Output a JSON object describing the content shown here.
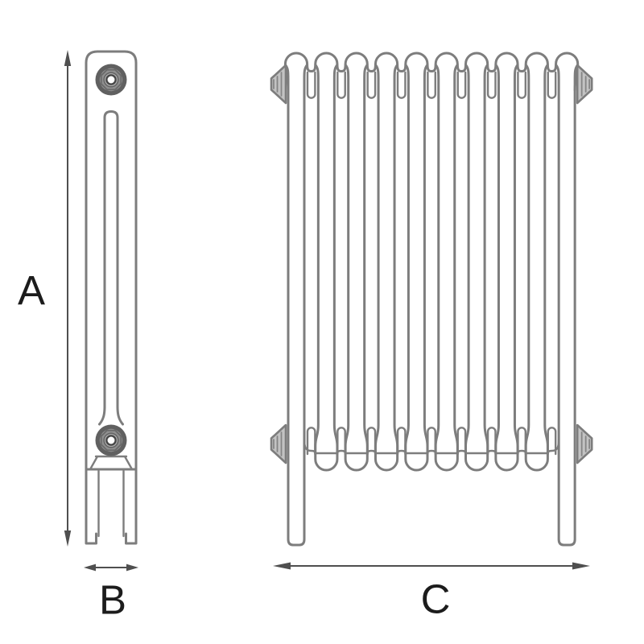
{
  "labels": {
    "a": "A",
    "b": "B",
    "c": "C"
  },
  "figure": {
    "kind": "radiator-dimension-diagram",
    "front_view_sections": 10,
    "colors": {
      "line": "#7d7d7d",
      "arrow": "#4f4f4f",
      "text": "#1c1c1c",
      "background": "#ffffff"
    }
  }
}
